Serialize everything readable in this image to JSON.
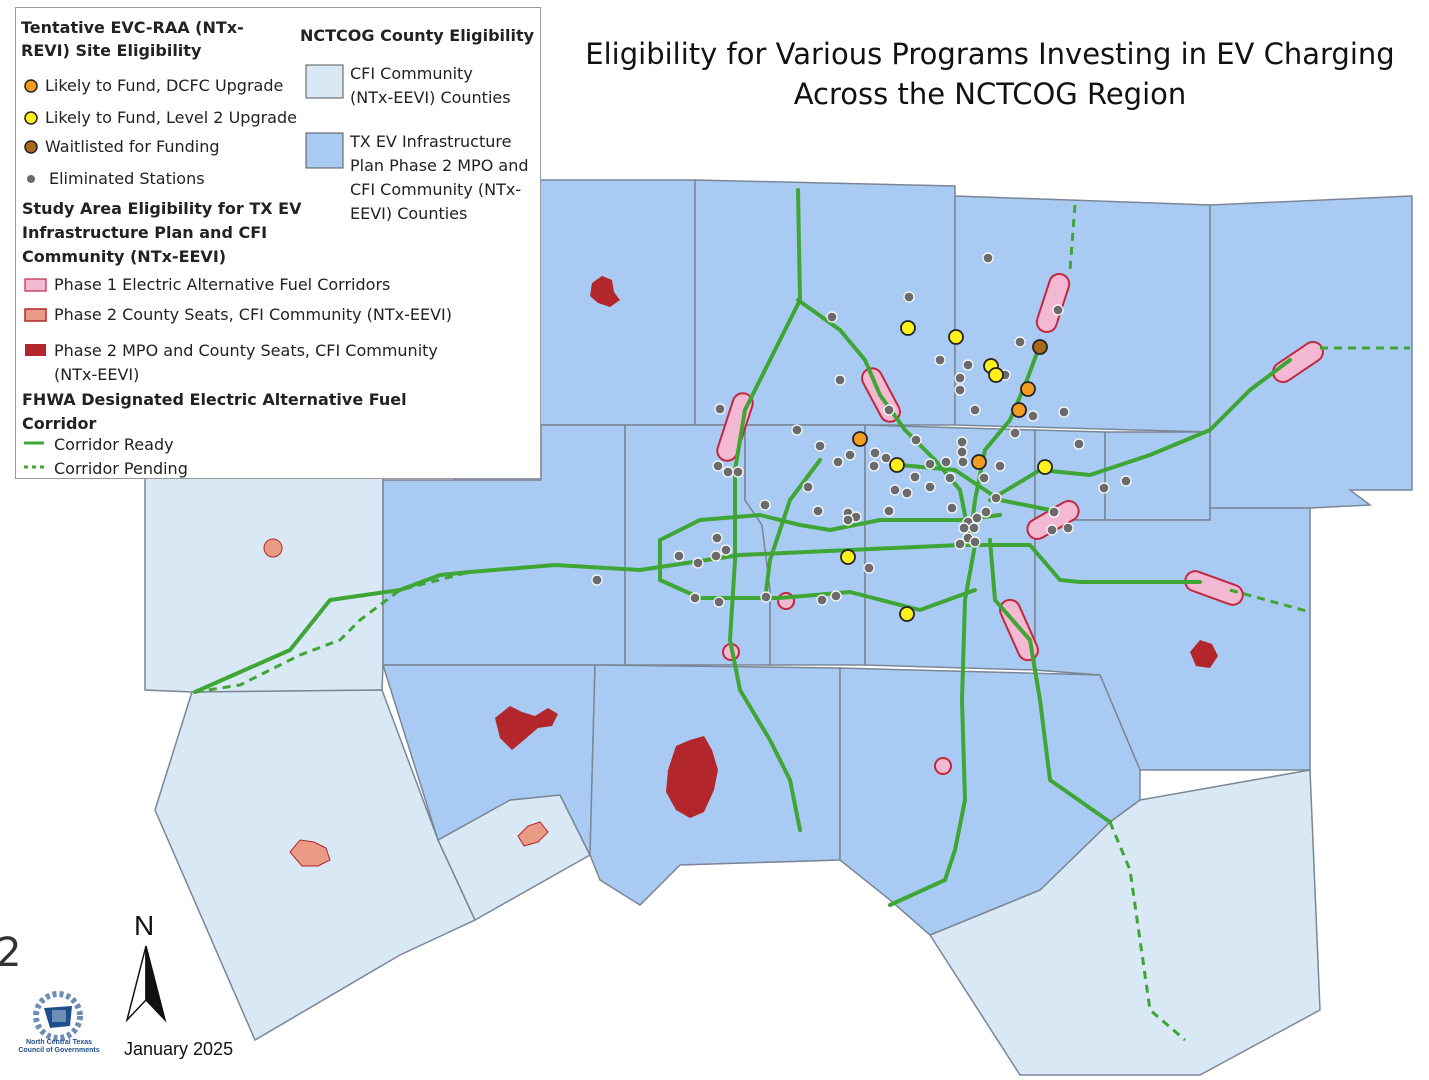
{
  "title": {
    "line1": "Eligibility for Various Programs Investing in EV Charging",
    "line2": "Across the NCTCOG Region"
  },
  "legend": {
    "site_heading_l1": "Tentative EVC-RAA (NTx-",
    "site_heading_l2": "REVI) Site Eligibility",
    "dcfc": "Likely to Fund, DCFC Upgrade",
    "level2": "Likely to Fund, Level 2 Upgrade",
    "waitlisted": "Waitlisted for Funding",
    "eliminated": "Eliminated Stations",
    "study_heading_l1": "Study Area Eligibility for TX EV",
    "study_heading_l2": "Infrastructure Plan and CFI",
    "study_heading_l3": "Community (NTx-EEVI)",
    "phase1": "Phase 1 Electric Alternative Fuel Corridors",
    "phase2_seats": "Phase 2 County Seats, CFI Community (NTx-EEVI)",
    "phase2_mpo_l1": "Phase 2 MPO and County Seats, CFI Community",
    "phase2_mpo_l2": "(NTx-EEVI)",
    "fhwa_heading_l1": "FHWA Designated Electric Alternative Fuel",
    "fhwa_heading_l2": "Corridor",
    "corridor_ready": "Corridor Ready",
    "corridor_pending": "Corridor Pending",
    "county_heading": "NCTCOG County Eligibility",
    "cfi_l1": "CFI Community",
    "cfi_l2": "(NTx-EEVI)  Counties",
    "txev_l1": "TX EV Infrastructure",
    "txev_l2": "Plan Phase 2 MPO and",
    "txev_l3": "CFI Community (NTx-",
    "txev_l4": "EEVI) Counties"
  },
  "north_label": "N",
  "date": "January 2025",
  "logo_text_l1": "North Central Texas",
  "logo_text_l2": "Council of Governments",
  "edge_glyph": "2",
  "colors": {
    "cfi_county": "#d8e9f5",
    "phase2_county": "#a9cbf3",
    "county_border": "#7a8696",
    "corridor": "#3fa535",
    "phase1_fill": "#f4b9d2",
    "phase1_stroke": "#c2273f",
    "dcfc": "#f39c1e",
    "level2": "#ffef1a",
    "waitlisted": "#a86a1a",
    "eliminated": "#6b6b6b",
    "mpo_seat": "#b3262c",
    "county_seat": "#e99b85"
  },
  "icons": [
    "north-arrow-icon",
    "nctcog-logo-icon"
  ]
}
